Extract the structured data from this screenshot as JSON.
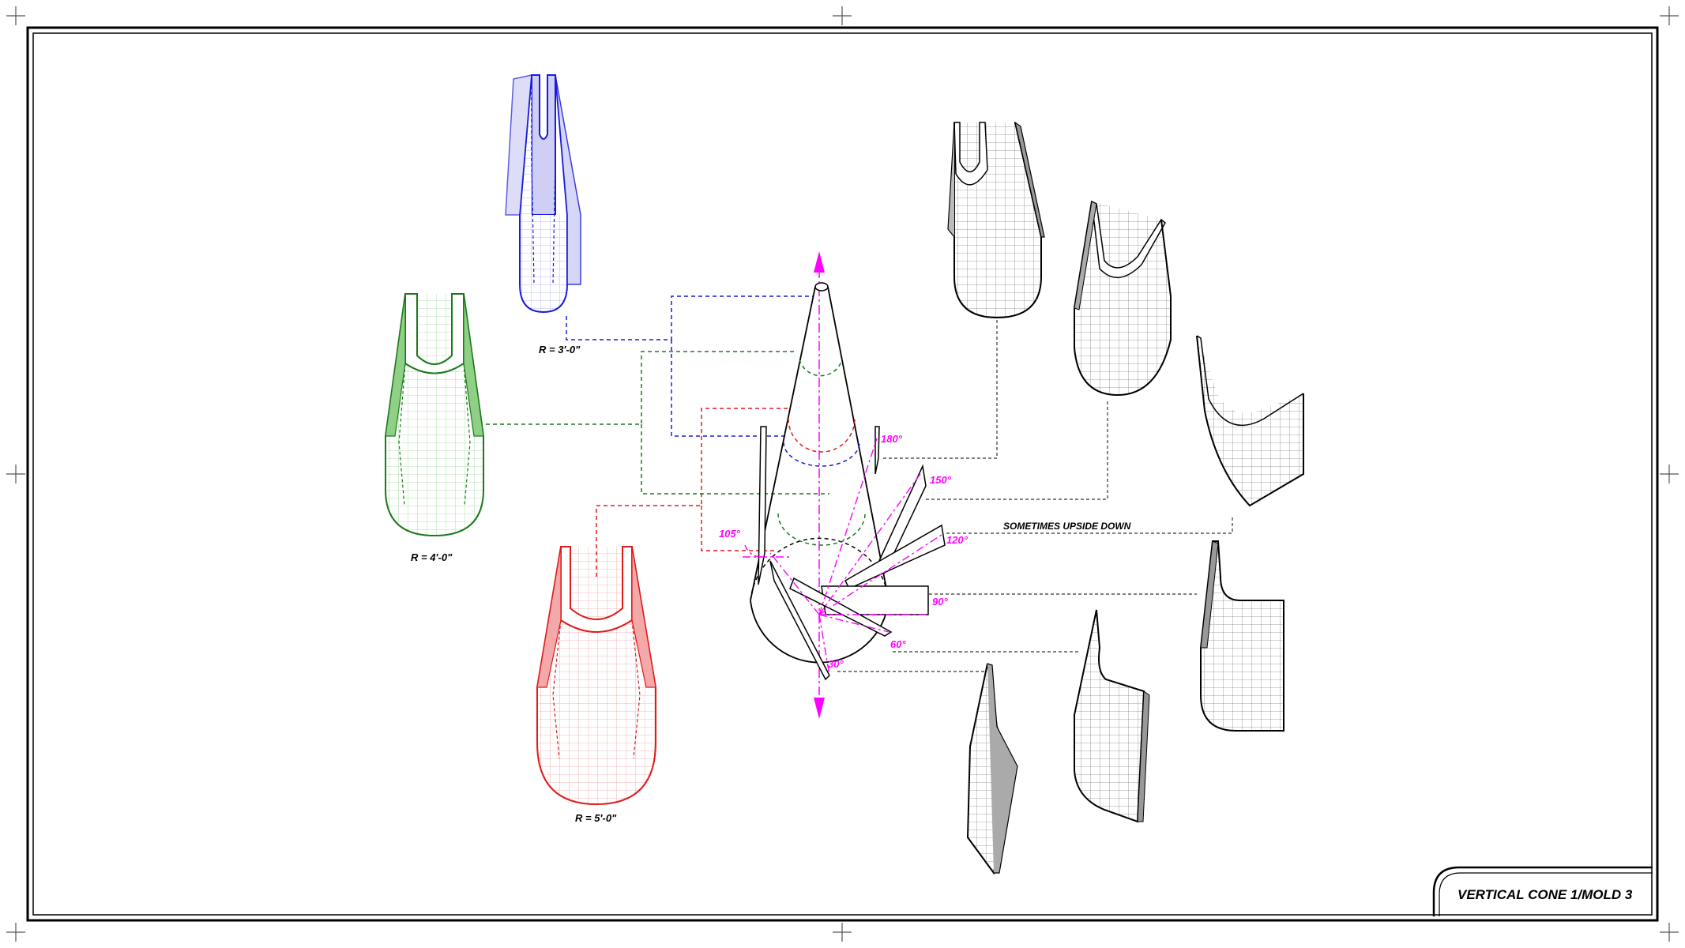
{
  "title_block": {
    "title": "VERTICAL CONE 1/MOLD 3"
  },
  "molds": {
    "blue": {
      "label": "R = 3'-0\"",
      "color": "#1a1adc",
      "fill": "#cfcff5"
    },
    "green": {
      "label": "R = 4'-0\"",
      "color": "#1a7a1a",
      "fill": "#c9eac4"
    },
    "red": {
      "label": "R = 5'-0\"",
      "color": "#e01a1a",
      "fill": "#f6c8c8"
    }
  },
  "cone": {
    "angles": [
      "180°",
      "150°",
      "120°",
      "105°",
      "90°",
      "60°",
      "30°"
    ],
    "axis_color": "#ff00ff"
  },
  "notes": {
    "upside_down": "SOMETIMES UPSIDE DOWN"
  }
}
